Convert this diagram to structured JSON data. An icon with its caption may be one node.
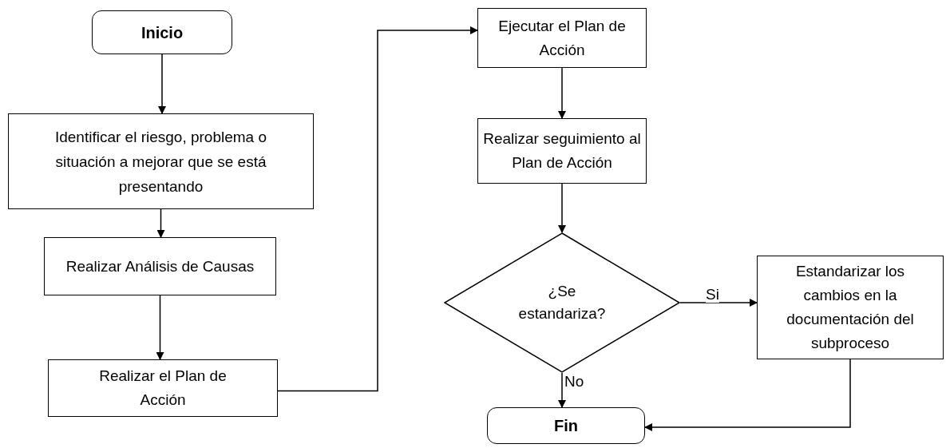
{
  "diagram": {
    "nodes": [
      {
        "text": [
          "Inicio"
        ]
      },
      {
        "text": [
          "Identificar el riesgo, problema o situación a mejorar que se está presentando"
        ]
      },
      {
        "text": [
          "Realizar Análisis de Causas"
        ]
      },
      {
        "text": [
          "Realizar el Plan de Acción"
        ]
      },
      {
        "text": [
          "Ejecutar el Plan de Acción"
        ]
      },
      {
        "text": [
          "Realizar seguimiento al Plan de Acción"
        ]
      },
      {
        "text": [
          "¿Se estandariza?"
        ]
      },
      {
        "text": [
          "Estandarizar los cambios en la documentación del subproceso"
        ]
      },
      {
        "text": [
          "Fin"
        ]
      }
    ],
    "edges": [
      {
        "from": 0,
        "to": 1,
        "arrow": "to"
      },
      {
        "from": 1,
        "to": 2,
        "arrow": "to"
      },
      {
        "from": 2,
        "to": 3,
        "arrow": "to"
      },
      {
        "from": 3,
        "to": 4,
        "arrow": "to"
      },
      {
        "from": 4,
        "to": 5,
        "arrow": "to"
      },
      {
        "from": 5,
        "to": 6,
        "arrow": "to"
      },
      {
        "from": 6,
        "to": 7,
        "arrow": "to",
        "label": "Si"
      },
      {
        "from": 6,
        "to": 8,
        "arrow": "to",
        "label": "No"
      },
      {
        "from": 7,
        "to": 8,
        "arrow": "to"
      }
    ]
  }
}
